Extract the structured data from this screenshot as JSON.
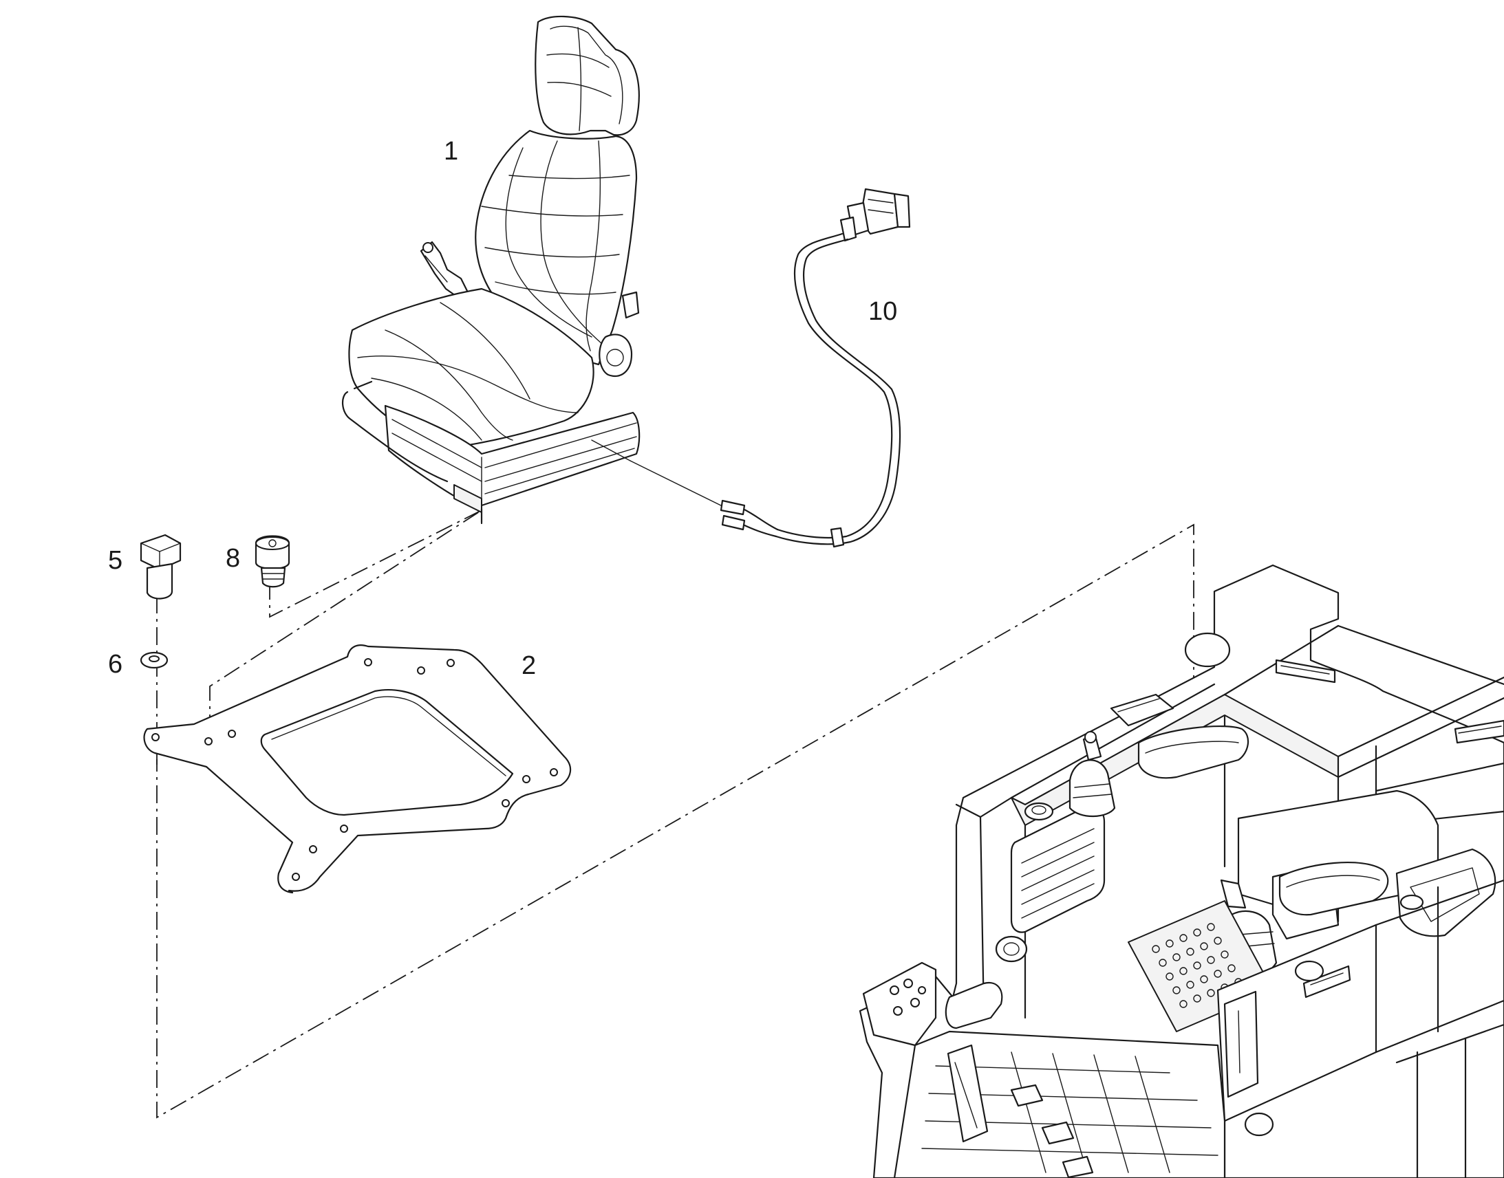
{
  "diagram": {
    "callouts": {
      "seat": "1",
      "base_plate": "2",
      "hex_bolt": "5",
      "washer": "6",
      "socket_screw": "8",
      "cable": "10"
    },
    "colors": {
      "ink": "#1a1a1a",
      "background": "#ffffff"
    }
  }
}
